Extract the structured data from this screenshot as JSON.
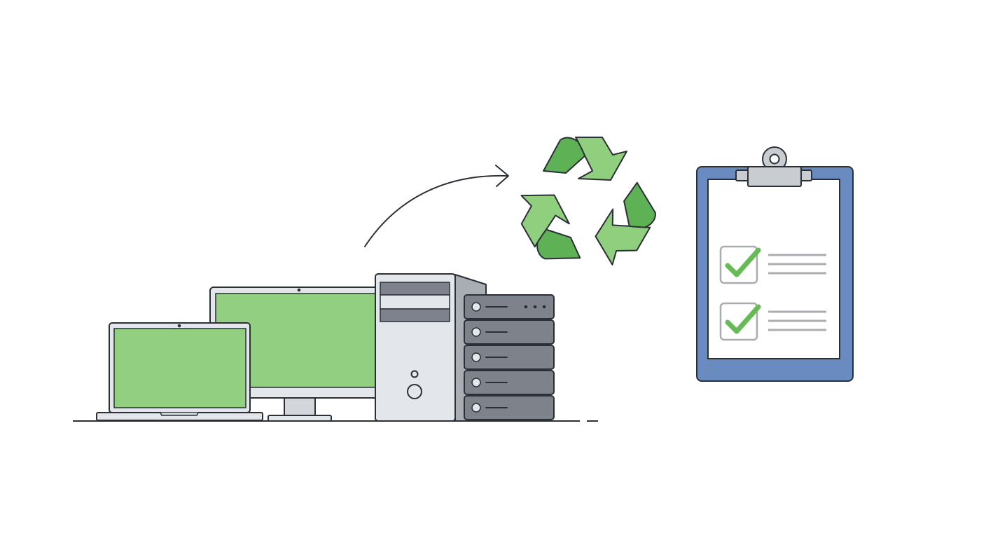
{
  "illustration": {
    "devices": [
      "laptop",
      "desktop-monitor",
      "tower-pc",
      "server-rack"
    ],
    "flow_arrow": "arrow-to-recycling",
    "recycle_icon": "recycle-icon",
    "clipboard": {
      "icon": "clipboard-icon",
      "checklist_items": [
        {
          "checked": true
        },
        {
          "checked": true
        }
      ]
    },
    "server_units": 5
  },
  "colors": {
    "outline": "#2b2f36",
    "screen_green": "#92cf80",
    "recycle_green_light": "#8fcf7e",
    "recycle_green_dark": "#5eb154",
    "device_light_gray": "#e3e6ea",
    "device_mid_gray": "#a9aeb5",
    "server_gray": "#7d828b",
    "clipboard_blue": "#6a8bbf",
    "clip_gray": "#c9ccd1",
    "check_green": "#66bb55",
    "line_gray": "#a9acb1",
    "paper": "#ffffff"
  }
}
